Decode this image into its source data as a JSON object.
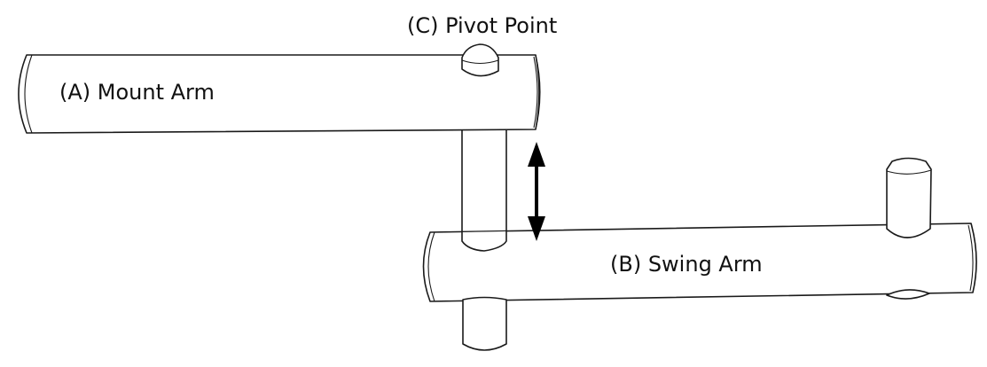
{
  "diagram": {
    "labels": {
      "mount_arm": "(A) Mount Arm",
      "swing_arm": "(B) Swing Arm",
      "pivot_point": "(C) Pivot Point"
    },
    "indicator": {
      "type": "double-headed-arrow",
      "direction": "vertical",
      "meaning": "adjustable gap between mount arm and swing arm"
    },
    "colors": {
      "outline": "#1a1a1a",
      "fill": "#ffffff",
      "arrow": "#000000",
      "text": "#111111"
    }
  }
}
